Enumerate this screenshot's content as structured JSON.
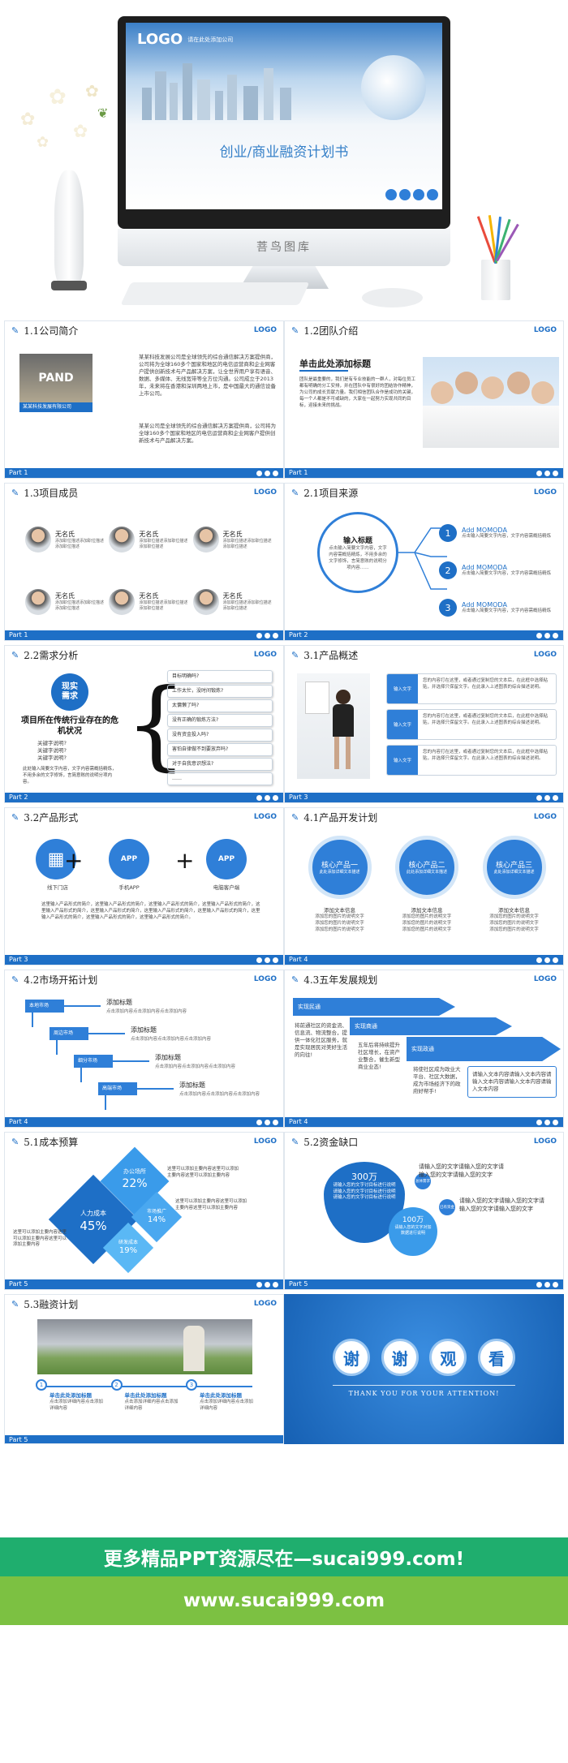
{
  "hero": {
    "logo": "LOGO",
    "company": "请在此处添加公司",
    "title": "创业/商业融资计划书",
    "brand": "菩鸟图库"
  },
  "common": {
    "logo": "LOGO"
  },
  "s11": {
    "title": "1.1公司简介",
    "part": "Part 1",
    "sign": "PAND",
    "caption": "某某科技发展有限公司",
    "text1": "某某科技发展公司是全球领先的综合通信解决方案提供商，公司将为全球160多个国家和地区的电信运营商和企业网客户提供创新技术与产品解决方案，让全世界用户享有语音、数据、多媒体、无线宽带等全方位沟通。公司成立于2013年，未来将在香港和深圳两地上市，是中国最大的通信设备上市公司。",
    "text2": "某某公司是全球领先的综合通信解决方案提供商，公司将为全球160多个国家和地区的电信运营商和企业网客户提供创新技术与产品解决方案。"
  },
  "s12": {
    "title": "1.2团队介绍",
    "part": "Part 1",
    "sub": "单击此处添加标题",
    "text": "团队是最重要的，我们是有专业技能的一群人，对每位员工都有明确的分工安排，并在团队中有很好的团结协作精神，为公司的成长贡献力量。我们相信团队合作是成功的关键，每一个人都是不可或缺的，大家在一起努力实现共同的目标，迎接未来的挑战。"
  },
  "s13": {
    "title": "1.3项目成员",
    "part": "Part 1",
    "members": [
      {
        "name": "无名氏",
        "desc": "添加职位描述添加职位描述添加职位描述"
      },
      {
        "name": "无名氏",
        "desc": "添加职位描述添加职位描述添加职位描述"
      },
      {
        "name": "无名氏",
        "desc": "添加职位描述添加职位描述添加职位描述"
      },
      {
        "name": "无名氏",
        "desc": "添加职位描述添加职位描述添加职位描述"
      },
      {
        "name": "无名氏",
        "desc": "添加职位描述添加职位描述添加职位描述"
      },
      {
        "name": "无名氏",
        "desc": "添加职位描述添加职位描述添加职位描述"
      }
    ]
  },
  "s21": {
    "title": "2.1项目来源",
    "part": "Part 2",
    "center_title": "输入标题",
    "center_text": "点击输入简要文字内容，文字内容需概括精炼，不用多余的文字修饰，言简意赅的说明分项内容……",
    "items": [
      {
        "num": "1",
        "title": "Add MOMODA",
        "text": "点击输入简要文字内容，文字内容需概括精炼"
      },
      {
        "num": "2",
        "title": "Add MOMODA",
        "text": "点击输入简要文字内容，文字内容需概括精炼"
      },
      {
        "num": "3",
        "title": "Add MOMODA",
        "text": "点击输入简要文字内容，文字内容需概括精炼"
      }
    ]
  },
  "s22": {
    "title": "2.2需求分析",
    "part": "Part 2",
    "badge1": "现实",
    "badge2": "需求",
    "headline": "项目所在传统行业存在的危机状况",
    "q1": "关键字说明?",
    "q2": "关键字说明?",
    "q3": "关键字说明?",
    "note": "此处输入简要文字内容，文字内容需概括精炼，不用多余的文字修饰，言简意赅的说明分项内容。",
    "questions": [
      "目标明确吗?",
      "工作太忙，没时间锻炼?",
      "太慵懒了吗?",
      "没有正确的锻炼方法?",
      "没有资金投入吗?",
      "害怕自律做不到要放弃吗?",
      "对于自我意识想法?",
      "……"
    ]
  },
  "s31": {
    "title": "3.1产品概述",
    "part": "Part 3",
    "label": "输入文字",
    "text": "您的内容打在这里，或者通过复制您的文本后，在此框中选择粘贴，并选择只保留文字。在此录入上述图表的综合描述说明。"
  },
  "s32": {
    "title": "3.2产品形式",
    "part": "Part 3",
    "plus": "+",
    "icons": [
      {
        "label": "线下门店"
      },
      {
        "label": "手机APP"
      },
      {
        "label": "电脑客户端"
      }
    ],
    "app1": "APP",
    "app2": "APP",
    "text": "这里输入产品形式的简介，这里输入产品形式的简介，这里输入产品形式的简介，这里输入产品形式的简介，这里输入产品形式的简介，这里输入产品形式的简介，这里输入产品形式的简介，这里输入产品形式的简介，这里输入产品形式的简介，这里输入产品形式的简介，这里输入产品形式的简介。"
  },
  "s41": {
    "title": "4.1产品开发计划",
    "part": "Part 4",
    "cores": [
      {
        "name": "核心产品一",
        "sub": "此处添加详细文本描述",
        "desc_title": "添加文本信息",
        "desc": "添加您的图片的说明文字"
      },
      {
        "name": "核心产品二",
        "sub": "此处添加详细文本描述",
        "desc_title": "添加文本信息",
        "desc": "添加您的图片的说明文字"
      },
      {
        "name": "核心产品三",
        "sub": "此处添加详细文本描述",
        "desc_title": "添加文本信息",
        "desc": "添加您的图片的说明文字"
      }
    ]
  },
  "s42": {
    "title": "4.2市场开拓计划",
    "part": "Part 4",
    "steps": [
      {
        "market": "本地市场",
        "title": "添加标题",
        "text": "点击添加内容点击添加内容点击添加内容"
      },
      {
        "market": "周边市场",
        "title": "添加标题",
        "text": "点击添加内容点击添加内容点击添加内容"
      },
      {
        "market": "细分市场",
        "title": "添加标题",
        "text": "点击添加内容点击添加内容点击添加内容"
      },
      {
        "market": "高端市场",
        "title": "添加标题",
        "text": "点击添加内容点击添加内容点击添加内容"
      }
    ]
  },
  "s43": {
    "title": "4.3五年发展规划",
    "part": "Part 4",
    "arrows": [
      "实现民通",
      "实现商通",
      "实现政通"
    ],
    "col1": "将前通社区的资金流、信息流、物流整合，提供一体化社区服务，就是实现居民对美好生活的向往!",
    "col2": "五年后将持续提升社区增长，在资产业整合，催生新型商业业态!",
    "col3": "将使社区成为政业大平台、社区大数据，成为市场经济下的政府好帮手!",
    "box": "请输入文本内容请输入文本内容请输入文本内容请输入文本内容请输入文本内容"
  },
  "s51": {
    "title": "5.1成本预算",
    "part": "Part 5",
    "d1": {
      "label": "办公场所",
      "value": "22%"
    },
    "d2": {
      "label": "人力成本",
      "value": "45%"
    },
    "d3": {
      "label": "市场推广",
      "value": "14%"
    },
    "d4": {
      "label": "研发成本",
      "value": "19%"
    },
    "t1": "这里可以添加主要内容这里可以添加主要内容这里可以添加主要内容",
    "t2": "这里可以添加主要内容这里可以添加主要内容这里可以添加主要内容",
    "t3": "这里可以添加主要内容这里可以添加主要内容这里可以添加主要内容"
  },
  "s52": {
    "title": "5.2资金缺口",
    "part": "Part 5",
    "big_value": "300万",
    "big_text": "请输入您的文字讨目标进行说明请输入您的文字讨目标进行说明请输入您的文字讨目标进行说明",
    "small_value": "100万",
    "small_text": "请输入您的文字对加数据进行说明",
    "label1": "总体需求",
    "label2": "已有资金",
    "text1": "请输入您的文字请输入您的文字请输入您的文字请输入您的文字",
    "text2": "请输入您的文字请输入您的文字请输入您的文字请输入您的文字"
  },
  "s53": {
    "title": "5.3融资计划",
    "part": "Part 5",
    "steps": [
      {
        "num": "1",
        "title": "单击此处添加标题",
        "text": "点击添加详细内容点击添加详细内容"
      },
      {
        "num": "2",
        "title": "单击此处添加标题",
        "text": "点击添加详细内容点击添加详细内容"
      },
      {
        "num": "3",
        "title": "单击此处添加标题",
        "text": "点击添加详细内容点击添加详细内容"
      }
    ]
  },
  "thanks": {
    "c1": "谢",
    "c2": "谢",
    "c3": "观",
    "c4": "看",
    "sub": "THANK YOU FOR YOUR ATTENTION!"
  },
  "banner": {
    "line1": "更多精品PPT资源尽在—sucai999.com!",
    "line2": "www.sucai999.com"
  }
}
